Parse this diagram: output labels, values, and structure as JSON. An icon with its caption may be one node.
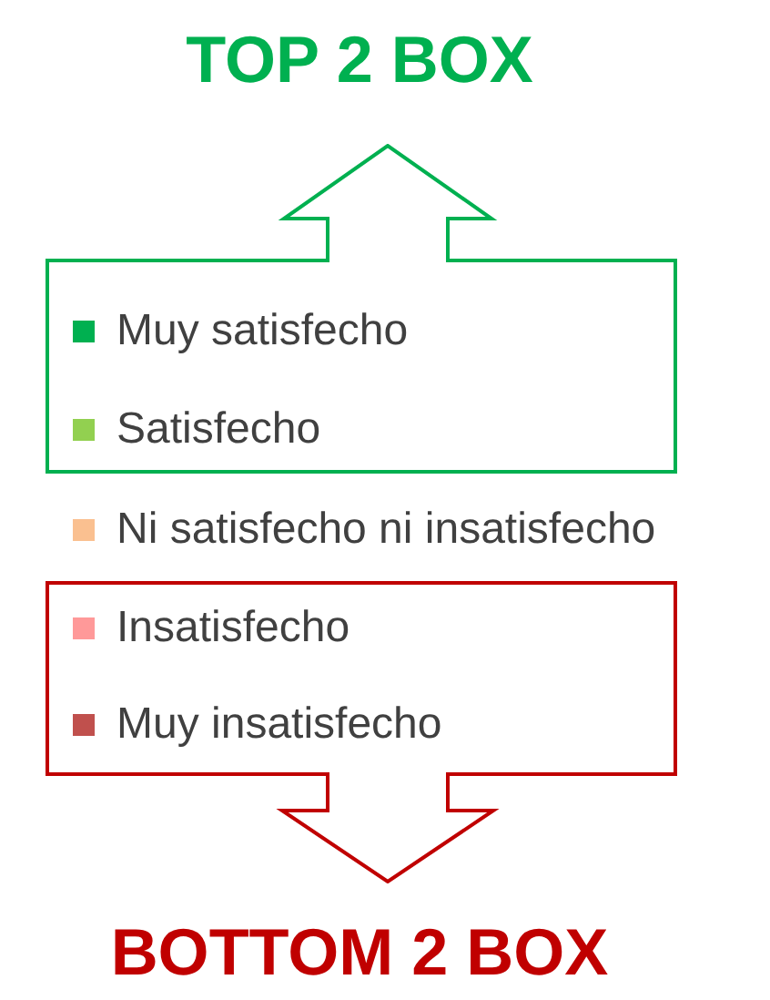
{
  "diagram": {
    "nodes": [
      {
        "text": [],
        "shape": "arrow",
        "beside": [
          "TOP 2 BOX"
        ]
      },
      {
        "text": [],
        "shape": "arrow",
        "beside": [
          "BOTTOM 2 BOX"
        ]
      }
    ],
    "legend": [
      {
        "text": "Muy satisfecho",
        "color": "#00b050"
      },
      {
        "text": "Satisfecho",
        "color": "#92d050"
      },
      {
        "text": "Ni satisfecho ni insatisfecho",
        "color": "#fac090"
      },
      {
        "text": "Insatisfecho",
        "color": "#ff9999"
      },
      {
        "text": "Muy insatisfecho",
        "color": "#c0504d"
      }
    ]
  }
}
